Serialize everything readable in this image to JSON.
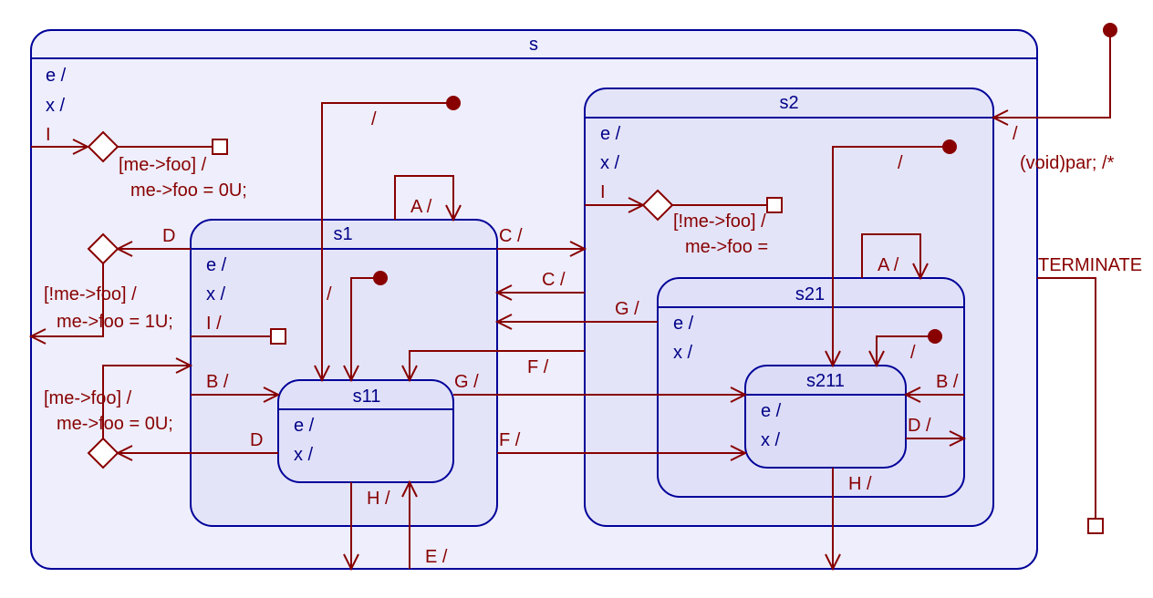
{
  "colors": {
    "state_border": "#000099",
    "state_text": "#000088",
    "transition": "#880000",
    "outer_fill": "#eeeefc",
    "inner_fill": "#e4e4f8"
  },
  "states": {
    "s": {
      "name": "s",
      "actions": [
        "e /",
        "x /",
        "I"
      ]
    },
    "s1": {
      "name": "s1",
      "actions": [
        "e /",
        "x /",
        "I /"
      ]
    },
    "s11": {
      "name": "s11",
      "actions": [
        "e /",
        "x /"
      ]
    },
    "s2": {
      "name": "s2",
      "actions": [
        "e /",
        "x /",
        "I"
      ]
    },
    "s21": {
      "name": "s21",
      "actions": [
        "e /",
        "x /"
      ]
    },
    "s211": {
      "name": "s211",
      "actions": [
        "e /",
        "x /"
      ]
    }
  },
  "transitions": {
    "top_init": "/",
    "top_init_action": "(void)par; /*",
    "terminate": "TERMINATE",
    "s_init": "/",
    "s_I_guard": "[me->foo] /",
    "s_I_action": "me->foo = 0U;",
    "s1_D": "D",
    "s1_D_guard": "[!me->foo] /",
    "s1_D_action": "me->foo = 1U;",
    "s11_D": "D",
    "s11_D_guard": "[me->foo] /",
    "s11_D_action": "me->foo = 0U;",
    "s1_A": "A /",
    "s1_C": "C /",
    "s1_init": "/",
    "s1_B": "B /",
    "s11_G": "G /",
    "s1_F": "F /",
    "s11_H": "H /",
    "s_E": "E /",
    "s2_C": "C /",
    "s2_F": "F /",
    "s21_G": "G /",
    "s2_init": "/",
    "s2_I_guard": "[!me->foo] /",
    "s2_I_action": "me->foo =",
    "s21_A": "A /",
    "s21_init": "/",
    "s21_B": "B /",
    "s211_D": "D /",
    "s211_H": "H /"
  }
}
